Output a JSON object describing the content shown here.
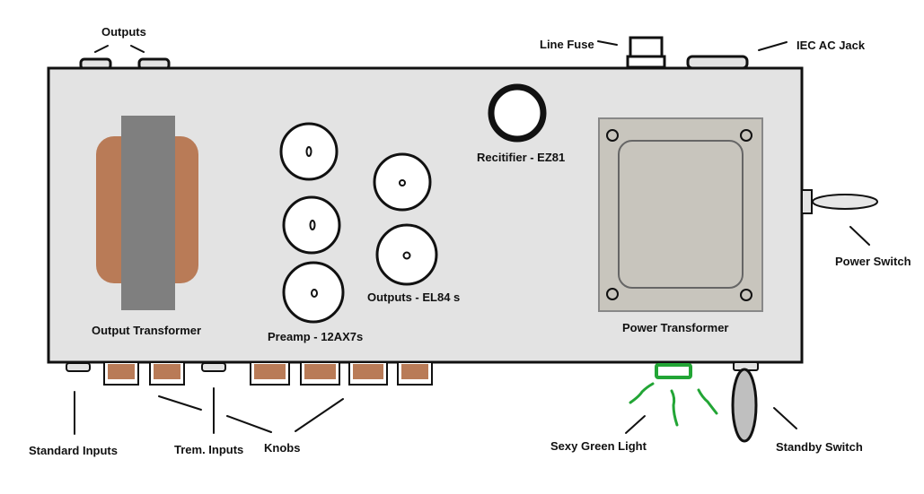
{
  "labels": {
    "outputs_top": "Outputs",
    "line_fuse": "Line Fuse",
    "iec_ac_jack": "IEC AC Jack",
    "rectifier": "Recitifier - EZ81",
    "power_switch": "Power Switch",
    "output_transformer": "Output Transformer",
    "preamp": "Preamp - 12AX7s",
    "outputs_el84": "Outputs - EL84 s",
    "power_transformer": "Power Transformer",
    "standard_inputs": "Standard Inputs",
    "trem_inputs": "Trem. Inputs",
    "knobs": "Knobs",
    "sexy_green_light": "Sexy Green Light",
    "standby_switch": "Standby Switch"
  },
  "colors": {
    "chassis": "#e3e3e3",
    "copper": "#b97b57",
    "core": "#7f7f7f",
    "transformer_plate": "#c8c5bd",
    "green_light": "#22a535",
    "standby_toggle": "#bfbfbf"
  }
}
